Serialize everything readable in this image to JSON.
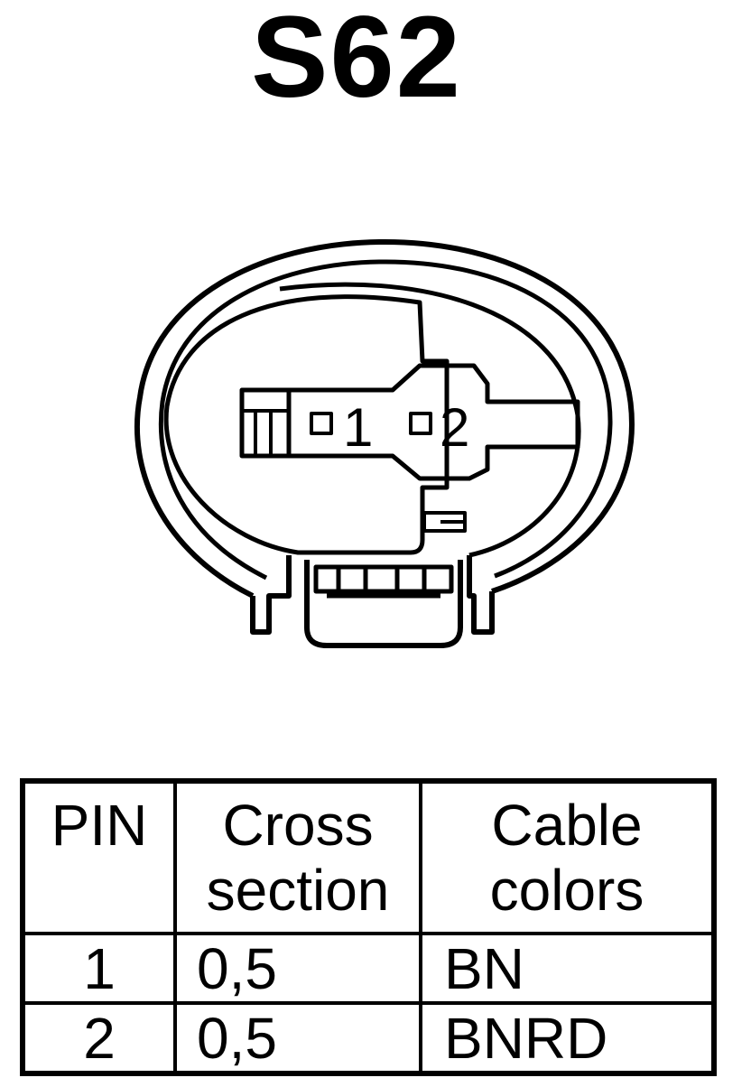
{
  "connector": {
    "title": "S62",
    "pin_labels": [
      "1",
      "2"
    ]
  },
  "table": {
    "headers": {
      "pin": "PIN",
      "cross_section_line1": "Cross",
      "cross_section_line2": "section",
      "cable_colors_line1": "Cable",
      "cable_colors_line2": "colors"
    },
    "rows": [
      {
        "pin": "1",
        "cross_section": "0,5",
        "cable_color": "BN"
      },
      {
        "pin": "2",
        "cross_section": "0,5",
        "cable_color": "BNRD"
      }
    ]
  }
}
